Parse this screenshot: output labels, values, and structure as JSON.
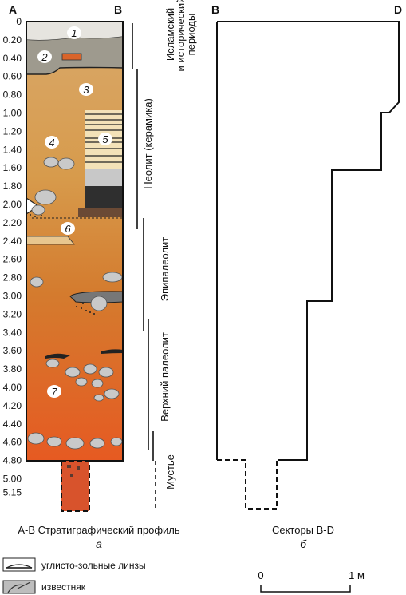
{
  "profile": {
    "corner_left": "A",
    "corner_right": "B",
    "depth_ticks": [
      "0",
      "0.20",
      "0.40",
      "0.60",
      "0.80",
      "1.00",
      "1.20",
      "1.40",
      "1.60",
      "1.80",
      "2.00",
      "2.20",
      "2.40",
      "2.60",
      "2.80",
      "3.00",
      "3.20",
      "3.40",
      "3.60",
      "3.80",
      "4.00",
      "4.20",
      "4.40",
      "4.60",
      "4.80",
      "5.00",
      "5.15"
    ],
    "layer_numbers": [
      "1",
      "2",
      "3",
      "4",
      "5",
      "6",
      "7"
    ],
    "caption": "А-В Стратиграфический профиль",
    "sub_label": "а"
  },
  "periods": {
    "islamic_line1": "Исламский",
    "islamic_line2": "и исторический",
    "islamic_line3": "периоды",
    "neolithic": "Неолит (керамика)",
    "epipaleolithic": "Эпипалеолит",
    "upper_paleolithic": "Верхний палеолит",
    "mousterian": "Мустье"
  },
  "sectors": {
    "corner_left": "B",
    "corner_right": "D",
    "caption": "Секторы B-D",
    "sub_label": "б"
  },
  "legend": {
    "ash_lenses": "углисто-зольные линзы",
    "limestone": "известняк"
  },
  "scale_bar": {
    "start": "0",
    "end": "1 м"
  },
  "colors": {
    "layer1": "#e6e4df",
    "layer2": "#9e9a8e",
    "layer2_mark": "#d9642a",
    "layer3_top": "#d9a86a",
    "layer_mid": "#d79b4c",
    "layer_lower": "#d47b2e",
    "layer7": "#e65a22",
    "limestone": "#bdbdbd",
    "sondage": "#d8532c"
  }
}
